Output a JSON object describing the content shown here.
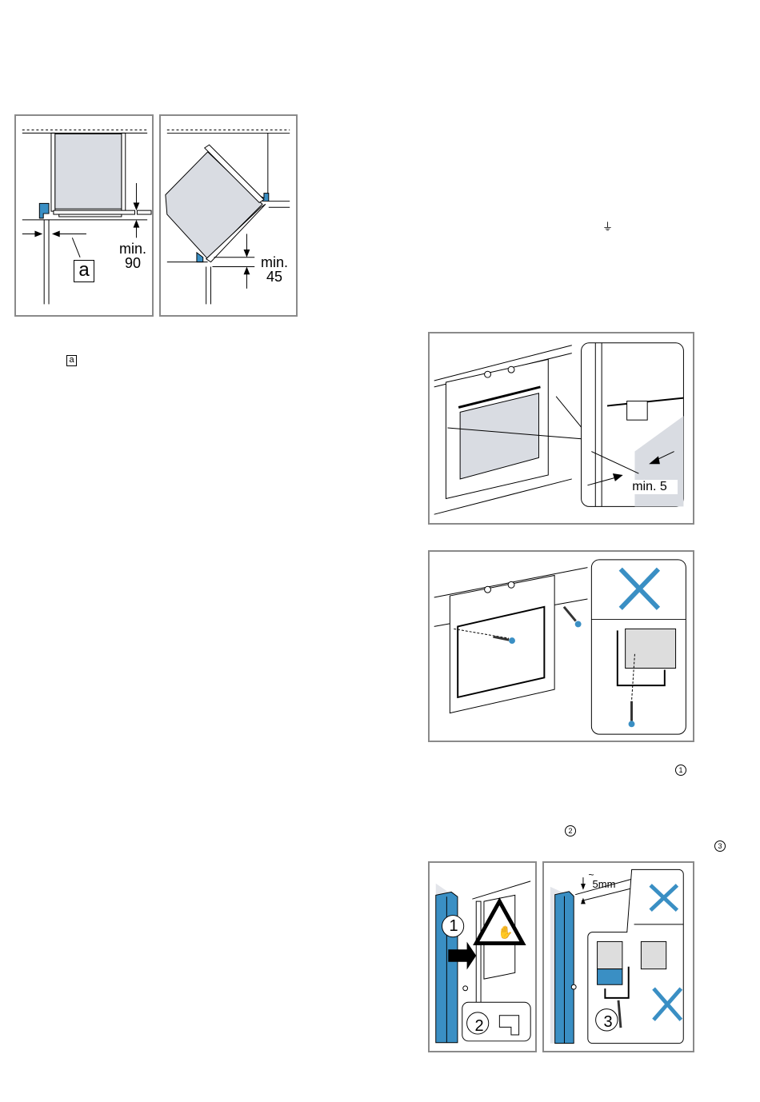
{
  "figure1": {
    "left": {
      "label_a": "a",
      "dim_label_1": "min.",
      "dim_label_2": "90"
    },
    "right": {
      "dim_label_1": "min.",
      "dim_label_2": "45"
    }
  },
  "figure2": {
    "dim_label": "min. 5"
  },
  "figure4": {
    "left": {
      "step1": "1",
      "step2": "2"
    },
    "right": {
      "step3": "3",
      "gap_label": "5mm",
      "approx": "~"
    }
  },
  "inline_symbols": {
    "earth": "⏚",
    "key_a": "a",
    "step1": "1",
    "step2": "2",
    "step3": "3"
  },
  "colors": {
    "accent_blue": "#3a8fc4",
    "appliance_gray": "#d9dce2",
    "frame_gray": "#8a8a8a"
  }
}
